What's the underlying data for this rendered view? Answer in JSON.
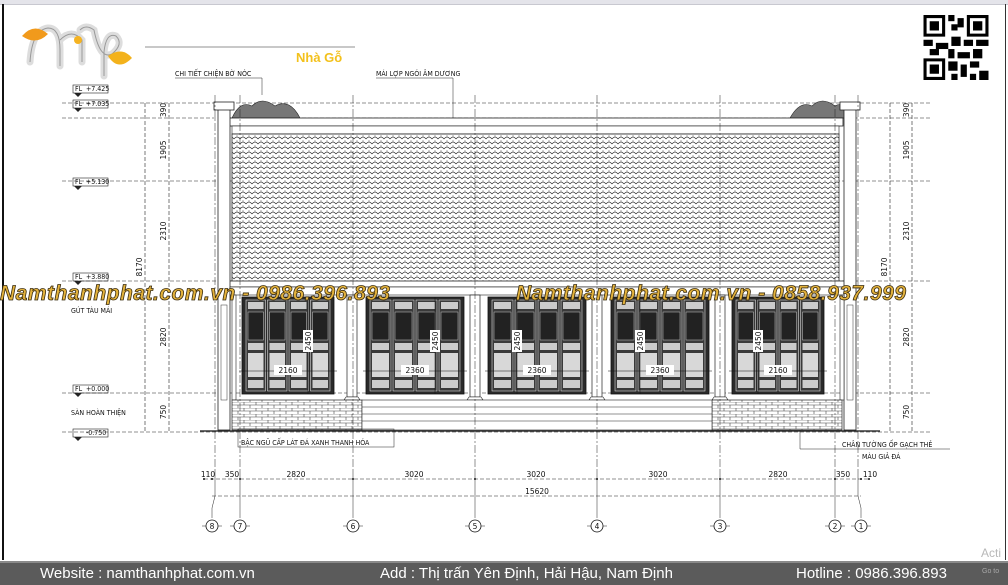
{
  "brand": {
    "logo_text": "ntp",
    "subtitle": "Nhà Gỗ"
  },
  "annotations": {
    "ridge_detail": "CHI TIẾT CHIỆN BỜ NÓC",
    "roof": "MÁI LỢP NGÓI ÂM DƯƠNG",
    "eave": "GÚT TÀU MÁI",
    "floor": "SÀN HOÀN THIỆN",
    "steps": "BẬC NGŨ CẤP LÁT ĐÁ XANH THANH HÓA",
    "plinth_line1": "CHÂN TƯỜNG ỐP GẠCH THẺ",
    "plinth_line2": "MÀU GIẢ ĐÁ"
  },
  "levels": [
    {
      "tag": "FL",
      "value": "+7.425"
    },
    {
      "tag": "FL",
      "value": "+7.035"
    },
    {
      "tag": "FL",
      "value": "+5.130"
    },
    {
      "tag": "FL",
      "value": "+3.880"
    },
    {
      "tag": "FL",
      "value": "+0.000"
    },
    {
      "tag": "",
      "value": "-0.750"
    }
  ],
  "vertical_dims": {
    "total": "8170",
    "segments": [
      "390",
      "1905",
      "2310",
      "2820",
      "750"
    ]
  },
  "doors": [
    {
      "width": "2160",
      "height": "2450"
    },
    {
      "width": "2360",
      "height": "2450"
    },
    {
      "width": "2360",
      "height": "2450"
    },
    {
      "width": "2360",
      "height": "2450"
    },
    {
      "width": "2160",
      "height": "2450"
    }
  ],
  "horizontal_dims": {
    "segments": [
      "110",
      "350",
      "2820",
      "3020",
      "3020",
      "3020",
      "2820",
      "350",
      "110"
    ],
    "total": "15620"
  },
  "axes": [
    "8",
    "7",
    "6",
    "5",
    "4",
    "3",
    "2",
    "1"
  ],
  "watermark": {
    "left": "Namthanhphat.com.vn - 0986.396.893",
    "right": "Namthanhphat.com.vn - 0858.937.999"
  },
  "footer": {
    "website": "Website : namthanhphat.com.vn",
    "address": "Add : Thị trấn Yên Định, Hải Hậu, Nam Định",
    "hotline": "Hotline : 0986.396.893"
  },
  "os_notice": {
    "line1": "Acti",
    "line2": "Go to"
  },
  "colors": {
    "brand_yellow": "#f3c11c",
    "watermark_gold": "#e3b23c",
    "footer_bg": "#5b5b5b"
  }
}
